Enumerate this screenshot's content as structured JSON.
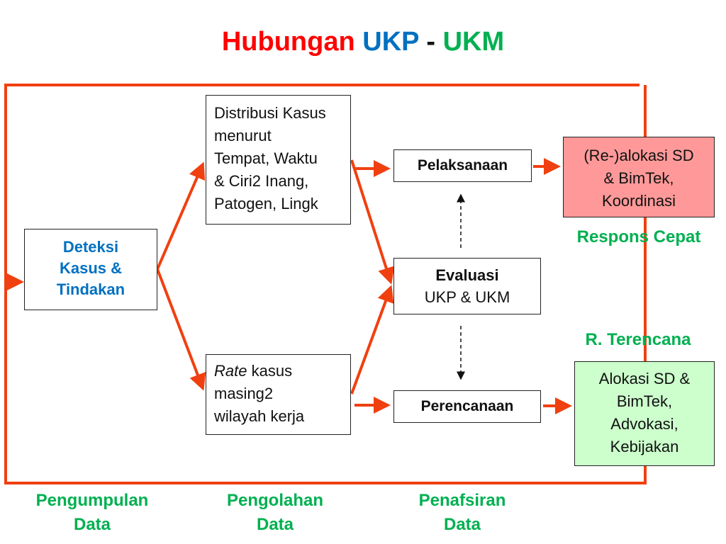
{
  "title": {
    "part1": "Hubungan",
    "part2": "UKP",
    "part3": "-",
    "part4": "UKM",
    "colors": {
      "part1": "#ff0000",
      "part2": "#0070c0",
      "part3": "#111111",
      "part4": "#00b050"
    }
  },
  "nodes": {
    "deteksi": {
      "lines": [
        "Deteksi",
        "Kasus &",
        "Tindakan"
      ],
      "color": "#0070c0"
    },
    "distribusi": {
      "lines": [
        "Distribusi Kasus",
        "menurut",
        "Tempat, Waktu",
        "& Ciri2 Inang,",
        "Patogen, Lingk"
      ]
    },
    "rate": {
      "italic": "Rate",
      "rest": " kasus",
      "lines": [
        "masing2",
        "wilayah kerja"
      ]
    },
    "pelaksanaan": {
      "label": "Pelaksanaan"
    },
    "evaluasi": {
      "line1": "Evaluasi",
      "line2": "UKP & UKM"
    },
    "perencanaan": {
      "label": "Perencanaan"
    },
    "realokasi": {
      "lines": [
        "(Re-)alokasi SD",
        "& BimTek,",
        "Koordinasi"
      ],
      "fill": "#ff9999"
    },
    "alokasi": {
      "lines": [
        "Alokasi SD &",
        "BimTek,",
        "Advokasi,",
        "Kebijakan"
      ],
      "fill": "#ccffcc"
    }
  },
  "labels": {
    "respons_cepat": "Respons Cepat",
    "r_terencana": "R. Terencana",
    "stage1": {
      "line1": "Pengumpulan",
      "line2": "Data"
    },
    "stage2": {
      "line1": "Pengolahan",
      "line2": "Data"
    },
    "stage3": {
      "line1": "Penafsiran",
      "line2": "Data"
    }
  },
  "colors": {
    "flow_arrow": "#f04010",
    "loop_border": "#f04010",
    "label_green": "#00b050",
    "dashed_arrow": "#111111"
  }
}
